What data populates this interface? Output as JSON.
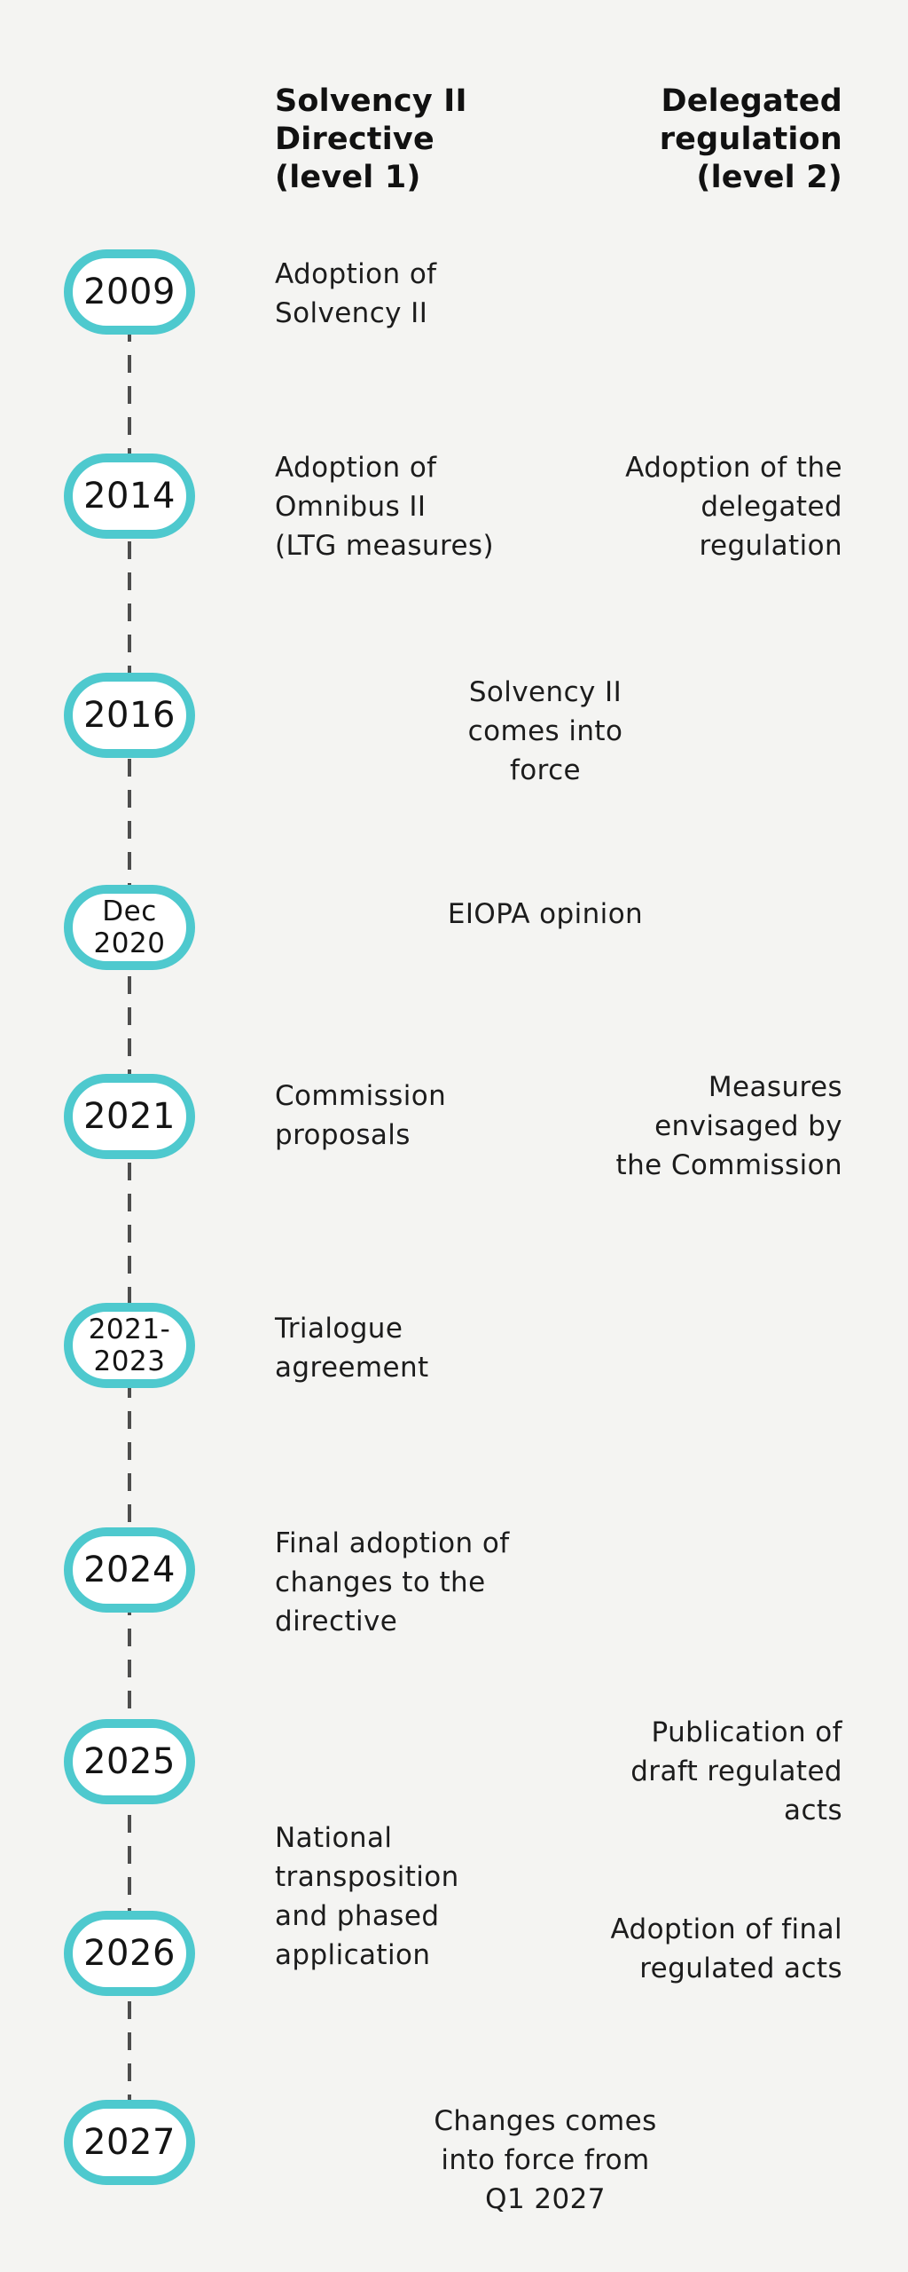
{
  "page": {
    "background": "#f4f4f2"
  },
  "colors": {
    "badge_border": "#4ec9ce",
    "badge_fill": "#ffffff",
    "dashed_line": "#4d4d4d",
    "text": "#1c1c1c"
  },
  "headers": {
    "level1": "Solvency II\nDirective\n(level 1)",
    "level2": "Delegated\nregulation\n(level 2)"
  },
  "milestones": [
    {
      "year": "2009",
      "level1": "Adoption of\nSolvency II"
    },
    {
      "year": "2014",
      "level1": "Adoption of\nOmnibus II\n(LTG measures)",
      "level2": "Adoption of the\ndelegated\nregulation"
    },
    {
      "year": "2016",
      "center": "Solvency II\ncomes into\nforce"
    },
    {
      "year": "Dec\n2020",
      "center": "EIOPA opinion"
    },
    {
      "year": "2021",
      "level1": "Commission\nproposals",
      "level2": "Measures\nenvisaged by\nthe Commission"
    },
    {
      "year": "2021-\n2023",
      "level1": "Trialogue\nagreement"
    },
    {
      "year": "2024",
      "level1": "Final adoption of\nchanges to the\ndirective"
    },
    {
      "year": "2025",
      "level2": "Publication of\ndraft regulated\nacts"
    },
    {
      "year": "2026",
      "level1": "National\ntransposition\nand phased\napplication",
      "level2": "Adoption of final\nregulated acts"
    },
    {
      "year": "2027",
      "center": "Changes comes\ninto force from\nQ1 2027"
    }
  ]
}
